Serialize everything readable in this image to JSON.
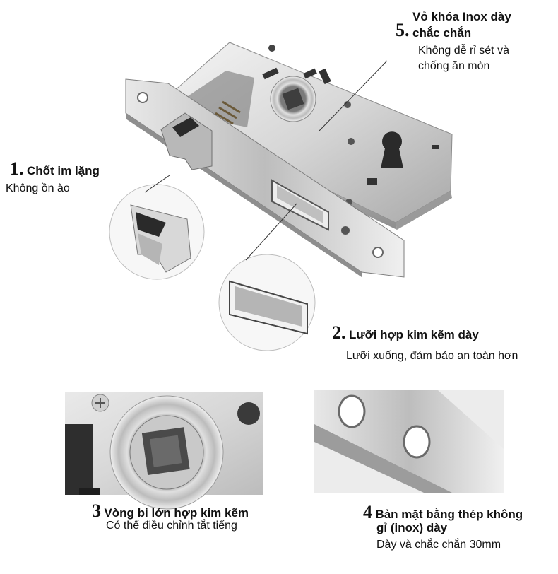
{
  "features": [
    {
      "number": "1.",
      "title": "Chốt im lặng",
      "desc": "Không ồn ào"
    },
    {
      "number": "2.",
      "title": "Lưỡi hợp kim kẽm dày",
      "desc": "Lưỡi xuống, đảm bảo an toàn hơn"
    },
    {
      "number": "3",
      "title": "Vòng bi lớn hợp kim kẽm",
      "desc": "Có thể điều chỉnh tắt tiếng"
    },
    {
      "number": "4",
      "title_line1": "Bản mặt bằng thép không",
      "title_line2": "gỉ (inox) dày",
      "desc": "Dày và chắc chắn 30mm"
    },
    {
      "number": "5.",
      "title_line1": "Vỏ khóa Inox dày",
      "title_line2": "chắc chắn",
      "desc_line1": "Không dễ rỉ sét và",
      "desc_line2": "chống ăn mòn"
    }
  ]
}
